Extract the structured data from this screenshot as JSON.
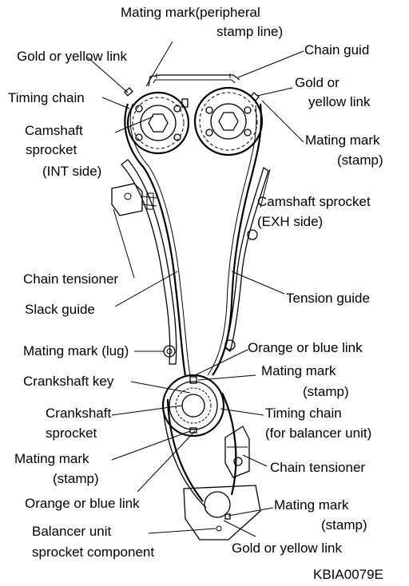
{
  "labels": {
    "mating_mark_peripheral": "Mating mark(peripheral",
    "mating_mark_peripheral_2": "stamp line)",
    "chain_guide": "Chain guid",
    "gold_yellow_link_top_left": "Gold or yellow link",
    "gold_or": "Gold or",
    "yellow_link": "yellow link",
    "timing_chain": "Timing chain",
    "camshaft_sprocket_int_1": "Camshaft",
    "camshaft_sprocket_int_2": "sprocket",
    "camshaft_sprocket_int_3": "(INT side)",
    "mating_mark_stamp_right_1": "Mating mark",
    "mating_mark_stamp_right_2": "(stamp)",
    "camshaft_sprocket_exh_1": "Camshaft sprocket",
    "camshaft_sprocket_exh_2": "(EXH side)",
    "chain_tensioner": "Chain tensioner",
    "slack_guide": "Slack guide",
    "tension_guide": "Tension guide",
    "mating_mark_lug": "Mating mark (lug)",
    "orange_blue_link_right": "Orange or blue link",
    "crankshaft_key": "Crankshaft key",
    "mating_mark_stamp_mid_1": "Mating mark",
    "mating_mark_stamp_mid_2": "(stamp)",
    "crankshaft_sprocket_1": "Crankshaft",
    "crankshaft_sprocket_2": "sprocket",
    "timing_chain_balancer_1": "Timing chain",
    "timing_chain_balancer_2": "(for balancer unit)",
    "mating_mark_stamp_left_1": "Mating mark",
    "mating_mark_stamp_left_2": "(stamp)",
    "chain_tensioner_lower": "Chain tensioner",
    "orange_blue_link_left": "Orange or blue link",
    "mating_mark_stamp_low_1": "Mating mark",
    "mating_mark_stamp_low_2": "(stamp)",
    "balancer_unit_1": "Balancer unit",
    "balancer_unit_2": "sprocket component",
    "gold_yellow_link_bottom": "Gold or yellow link",
    "figure_code": "KBIA0079E"
  }
}
